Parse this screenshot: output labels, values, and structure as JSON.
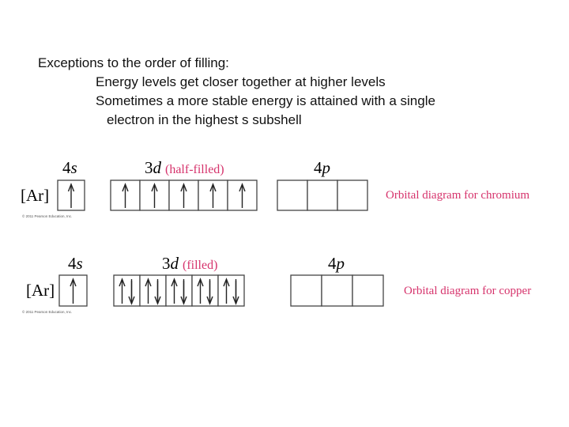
{
  "heading": "Exceptions to the order of filling:",
  "bullets": [
    "Energy levels get closer together at higher levels",
    "Sometimes a more stable energy is attained with a single",
    "electron in the highest s subshell"
  ],
  "accent_color": "#d6336c",
  "diagrams": [
    {
      "core": "[Ar]",
      "s_label": {
        "num": "4",
        "letter": "s"
      },
      "d_label": {
        "num": "3",
        "letter": "d",
        "note": "(half-filled)"
      },
      "p_label": {
        "num": "4",
        "letter": "p"
      },
      "caption": "Orbital diagram for chromium",
      "copyright": "© 2011 Pearson Education, Inc.",
      "s_orbitals": [
        "up"
      ],
      "d_orbitals": [
        "up",
        "up",
        "up",
        "up",
        "up"
      ],
      "p_orbitals": [
        "empty",
        "empty",
        "empty"
      ]
    },
    {
      "core": "[Ar]",
      "s_label": {
        "num": "4",
        "letter": "s"
      },
      "d_label": {
        "num": "3",
        "letter": "d",
        "note": "(filled)"
      },
      "p_label": {
        "num": "4",
        "letter": "p"
      },
      "caption": "Orbital diagram for copper",
      "copyright": "© 2011 Pearson Education, Inc.",
      "s_orbitals": [
        "up"
      ],
      "d_orbitals": [
        "pair",
        "pair",
        "pair",
        "pair",
        "pair"
      ],
      "p_orbitals": [
        "empty",
        "empty",
        "empty"
      ]
    }
  ]
}
